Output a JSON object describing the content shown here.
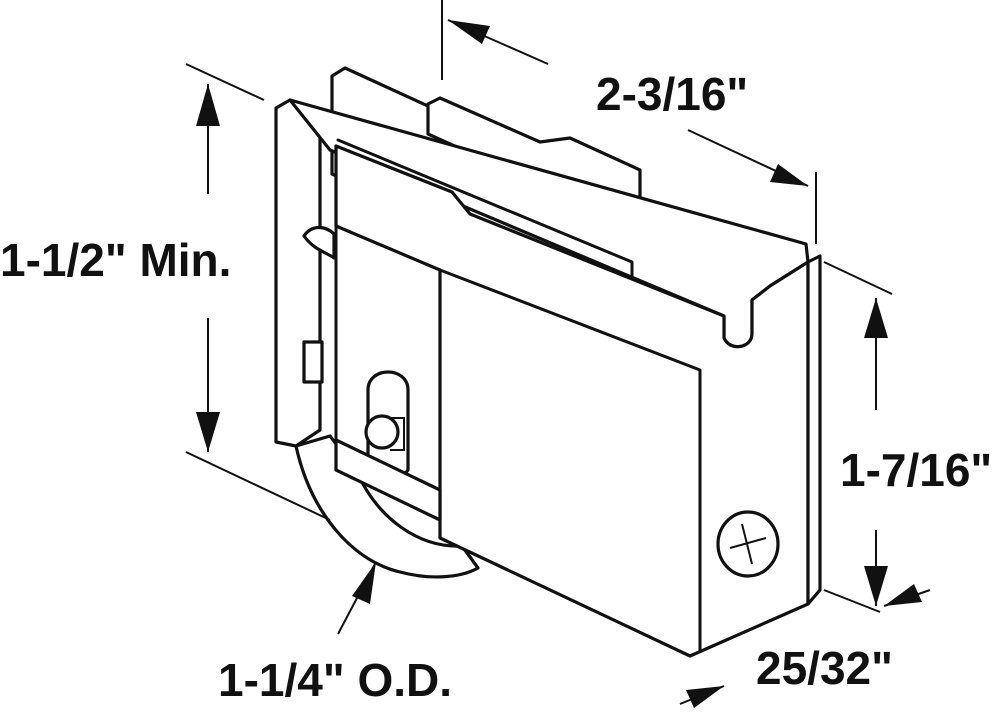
{
  "labels": {
    "length": "2-3/16\"",
    "min_height": "1-1/2\" Min.",
    "height": "1-7/16\"",
    "thickness": "25/32\"",
    "wheel_diameter": "1-1/4\" O.D."
  },
  "colors": {
    "line": "#111111",
    "background": "#ffffff"
  }
}
